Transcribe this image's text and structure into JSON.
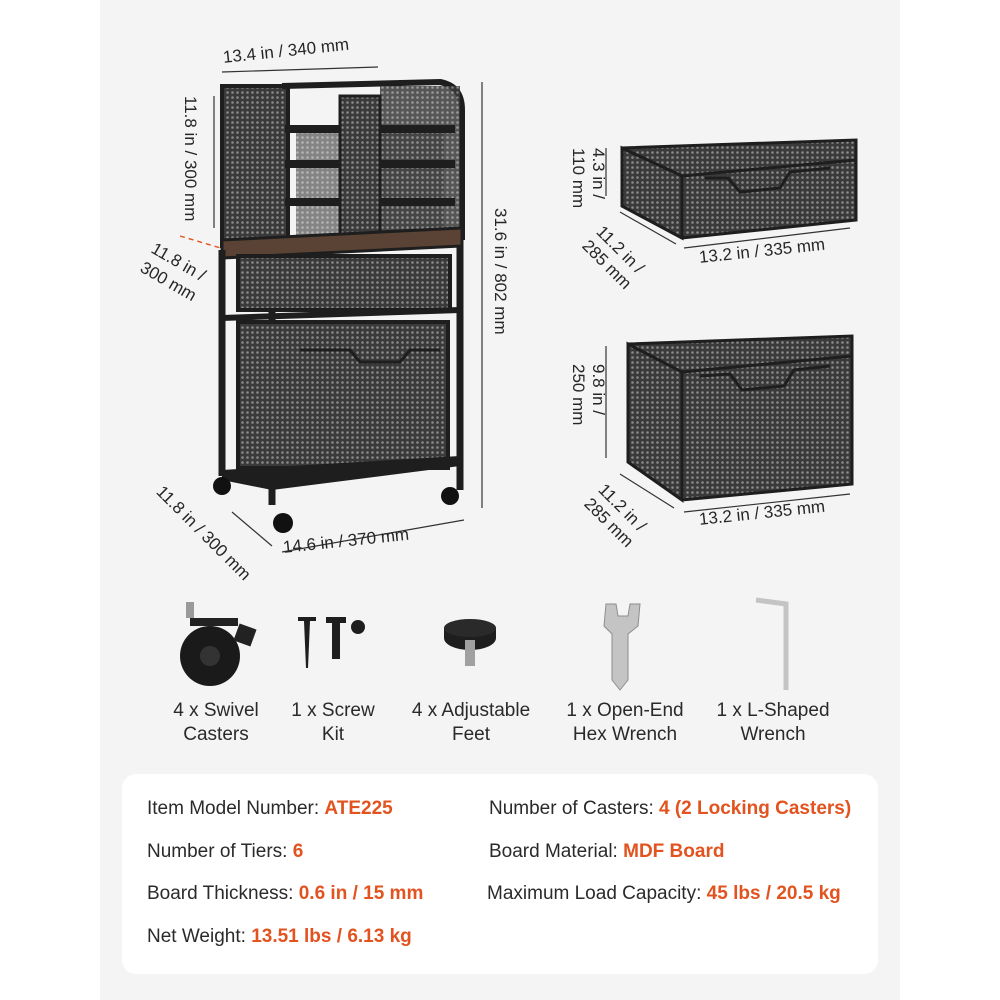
{
  "dimensions": {
    "cart_top_width": "13.4 in / 340 mm",
    "cart_shelf_height": "11.8 in / 300 mm",
    "cart_total_height": "31.6 in / 802 mm",
    "cart_shelf_depth": "11.8 in / 300 mm",
    "cart_base_depth": "11.8 in / 300 mm",
    "cart_base_width": "14.6 in / 370 mm",
    "small_drawer_height": "4.3 in / 110 mm",
    "small_drawer_depth": "11.2 in / 285 mm",
    "small_drawer_width": "13.2 in / 335 mm",
    "large_drawer_height": "9.8 in / 250 mm",
    "large_drawer_depth": "11.2 in / 285 mm",
    "large_drawer_width": "13.2 in / 335 mm"
  },
  "accessories": [
    {
      "icon": "caster-icon",
      "label_line1": "4 x Swivel",
      "label_line2": "Casters"
    },
    {
      "icon": "screw-icon",
      "label_line1": "1 x Screw",
      "label_line2": "Kit"
    },
    {
      "icon": "adjustable-foot-icon",
      "label_line1": "4 x Adjustable",
      "label_line2": "Feet"
    },
    {
      "icon": "open-end-wrench-icon",
      "label_line1": "1 x Open-End",
      "label_line2": "Hex Wrench"
    },
    {
      "icon": "l-wrench-icon",
      "label_line1": "1 x L-Shaped",
      "label_line2": "Wrench"
    }
  ],
  "specs": {
    "model": {
      "label": "Item Model Number: ",
      "value": "ATE225"
    },
    "tiers": {
      "label": "Number of Tiers: ",
      "value": "6"
    },
    "thickness": {
      "label": "Board Thickness: ",
      "value": "0.6 in / 15 mm"
    },
    "weight": {
      "label": "Net Weight: ",
      "value": "13.51 lbs / 6.13 kg"
    },
    "casters": {
      "label": "Number of Casters: ",
      "value": "4 (2 Locking Casters)"
    },
    "material": {
      "label": "Board Material: ",
      "value": "MDF Board"
    },
    "load": {
      "label": "Maximum Load Capacity: ",
      "value": "45 lbs / 20.5 kg"
    }
  },
  "colors": {
    "accent": "#e2531f",
    "frame": "#1e1e1e",
    "wood": "#5a4334",
    "panel": "#f4f4f4"
  }
}
